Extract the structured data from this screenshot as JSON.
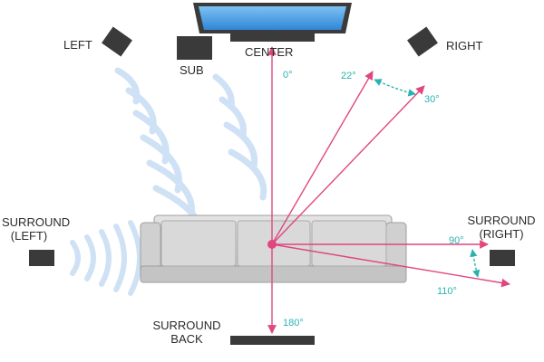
{
  "labels": {
    "left": "LEFT",
    "sub": "SUB",
    "center": "CENTER",
    "right": "RIGHT",
    "surround_left": [
      "SURROUND",
      "(LEFT)"
    ],
    "surround_right": [
      "SURROUND",
      "(RIGHT)"
    ],
    "surround_back": [
      "SURROUND",
      "BACK"
    ]
  },
  "angles": {
    "a0": "0°",
    "a22": "22°",
    "a30": "30°",
    "a90": "90°",
    "a110": "110°",
    "a180": "180°"
  },
  "colors": {
    "speaker": "#3a3a3a",
    "sofa": "#d6d6d6",
    "sofa_shadow": "#9e9e9e",
    "tv_frame": "#3b3b3b",
    "tv_screen": "#4fa6ea",
    "ray": "#e0467f",
    "angle": "#28b3b0",
    "wave": "#a9c9ee"
  }
}
